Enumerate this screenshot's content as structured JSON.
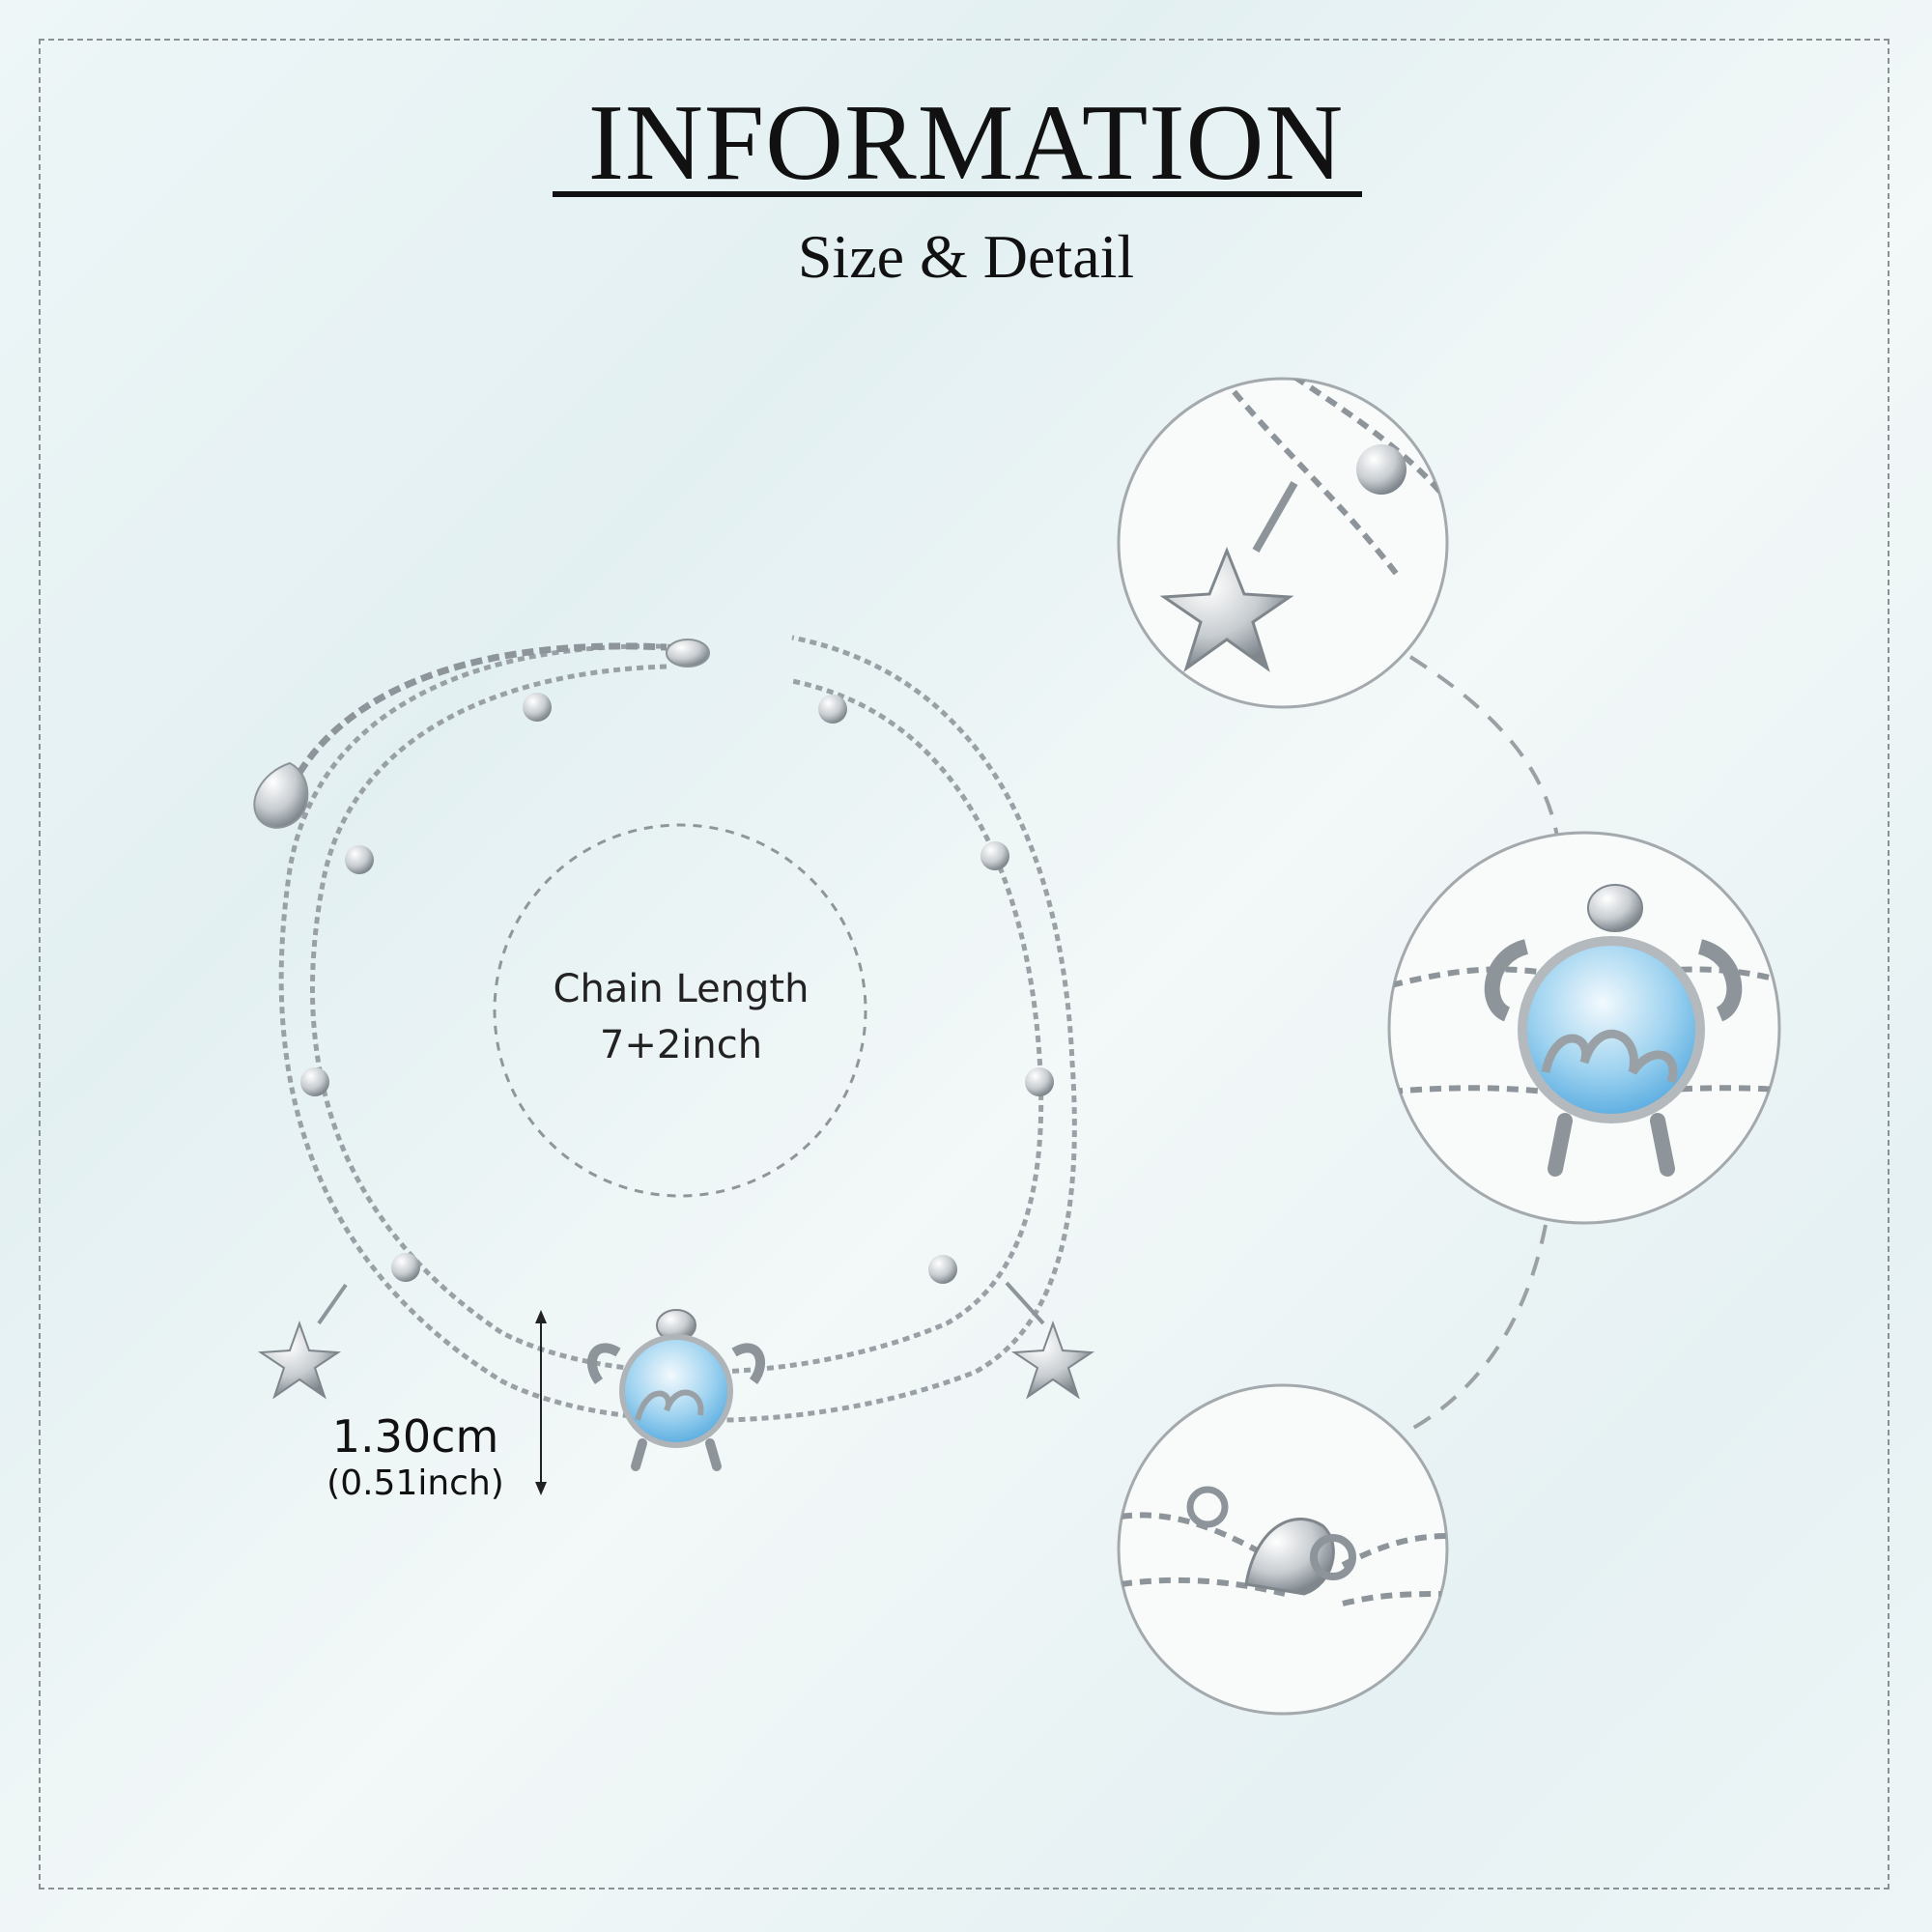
{
  "header": {
    "title": "INFORMATION",
    "subtitle": "Size & Detail"
  },
  "chain": {
    "length_label": "Chain Length",
    "length_value": "7+2inch"
  },
  "pendant": {
    "height_cm": "1.30cm",
    "height_inch": "(0.51inch)"
  },
  "details": [
    {
      "name": "starfish-charm-detail"
    },
    {
      "name": "turtle-pendant-detail"
    },
    {
      "name": "lobster-clasp-detail"
    }
  ],
  "colors": {
    "silver": "#c9ced2",
    "silver_dark": "#8d959b",
    "moonstone_blue": "#7fc3ea",
    "moonstone_light": "#e6f3fb",
    "dash": "#9aa0a4",
    "text": "#111111"
  }
}
